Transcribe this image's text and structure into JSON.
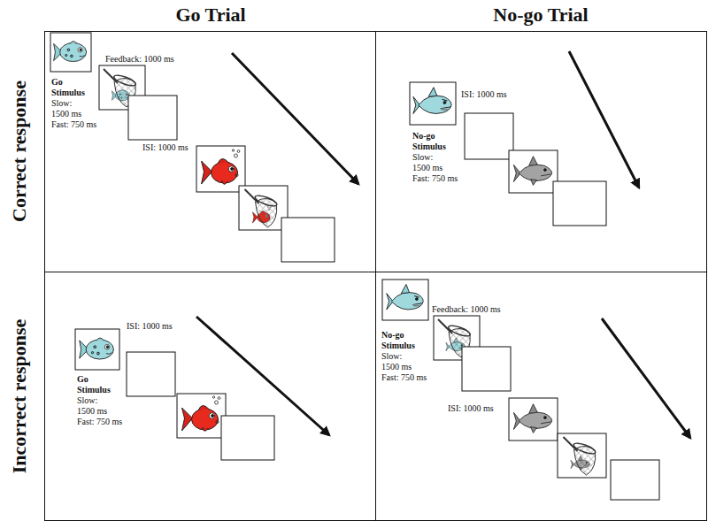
{
  "diagram": {
    "nodes": [
      {
        "text": [
          "Feedback: 1000 ms",
          "Go Stimulus",
          "Slow: 1500 ms",
          "Fast: 750 ms",
          "ISI: 1000 ms"
        ]
      },
      {
        "text": [
          "ISI: 1000 ms",
          "No-go Stimulus",
          "Slow: 1500 ms",
          "Fast: 750 ms"
        ]
      },
      {
        "text": [
          "ISI: 1000 ms",
          "Go Stimulus",
          "Slow: 1500 ms",
          "Fast: 750 ms"
        ]
      },
      {
        "text": [
          "Feedback: 1000 ms",
          "No-go Stimulus",
          "Slow: 1500 ms",
          "Fast: 750 ms",
          "ISI: 1000 ms"
        ]
      }
    ],
    "labels": [
      "Go Trial",
      "No-go Trial",
      "Correct response",
      "Incorrect response"
    ]
  }
}
